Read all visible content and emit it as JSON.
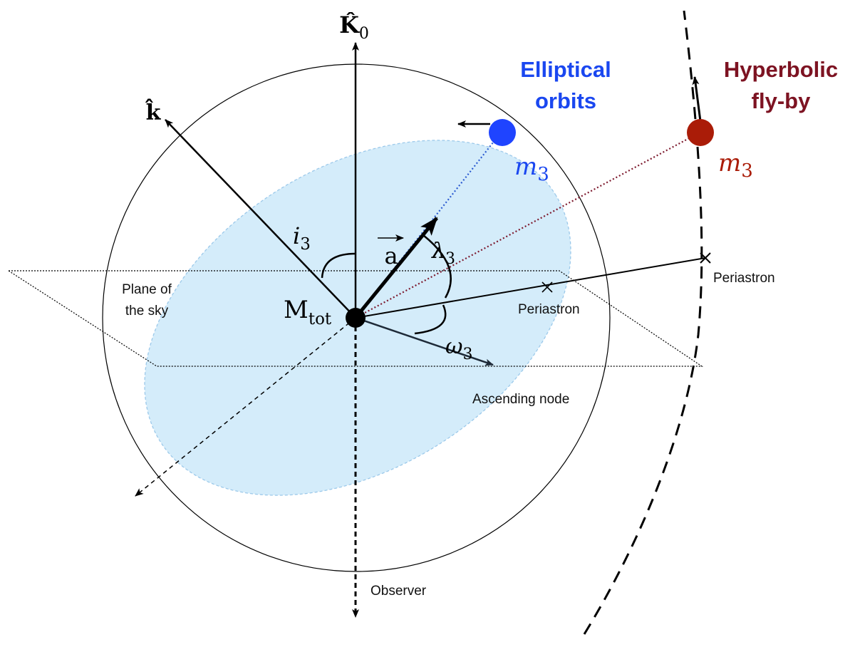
{
  "labels": {
    "k0_axis": "K̂",
    "k0_sub": "0",
    "k_axis": "k̂",
    "a_vector": "a",
    "m_tot": "M",
    "m_tot_sub": "tot",
    "i3": "i",
    "i3_sub": "3",
    "lambda3": "λ",
    "lambda3_sub": "3",
    "omega3": "ω",
    "omega3_sub": "3",
    "m3_elliptical": "m",
    "m3_elliptical_sub": "3",
    "m3_hyperbolic": "m",
    "m3_hyperbolic_sub": "3",
    "elliptical_line1": "Elliptical",
    "elliptical_line2": "orbits",
    "hyperbolic_line1": "Hyperbolic",
    "hyperbolic_line2": "fly-by",
    "plane_line1": "Plane of",
    "plane_line2": "the sky",
    "periastron_inner": "Periastron",
    "periastron_outer": "Periastron",
    "ascending_node": "Ascending node",
    "observer": "Observer"
  },
  "colors": {
    "ellipse_fill": "#d4ecfa",
    "ellipse_stroke": "#9cc9ea",
    "elliptical_body": "#1f44ff",
    "hyperbolic_body": "#aa1c08",
    "elliptical_text": "#1a47f0",
    "hyperbolic_text": "#7d1322",
    "dotted_blue": "#2c5bd1",
    "dotted_red": "#7d1a2e",
    "arrow_dark": "#1e2a38",
    "ink": "#000000"
  }
}
